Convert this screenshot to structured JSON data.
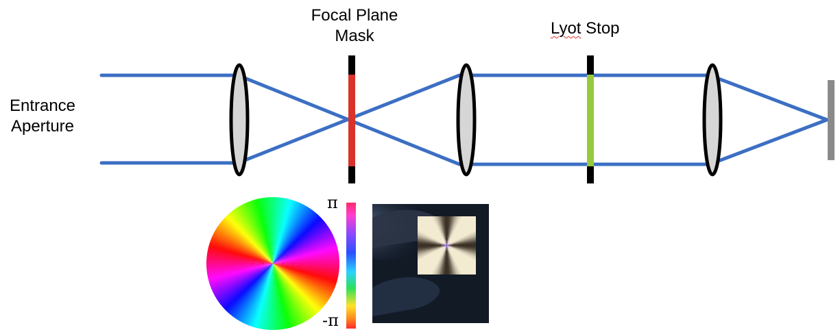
{
  "labels": {
    "entrance_line1": "Entrance",
    "entrance_line2": "Aperture",
    "focal_line1": "Focal Plane",
    "focal_line2": "Mask",
    "lyot_word1": "Lyot",
    "lyot_word2": "Stop",
    "pi_top": "π",
    "pi_bottom": "-π"
  },
  "colors": {
    "beam": "#3c6fc4",
    "lens_fill": "#d6d6d6",
    "lens_stroke": "#000000",
    "focal_mask": "#d9322b",
    "lyot_stop": "#97c93c",
    "stop_ends": "#000000",
    "detector": "#8a8a8a",
    "photo_bg": "#121a26"
  },
  "icons": {
    "lenses": "biconvex-lens-icon",
    "mask_pattern": "color-wheel-phase-icon",
    "colorbar": "phase-colorbar-icon",
    "photo": "vortex-mask-photo-icon"
  }
}
